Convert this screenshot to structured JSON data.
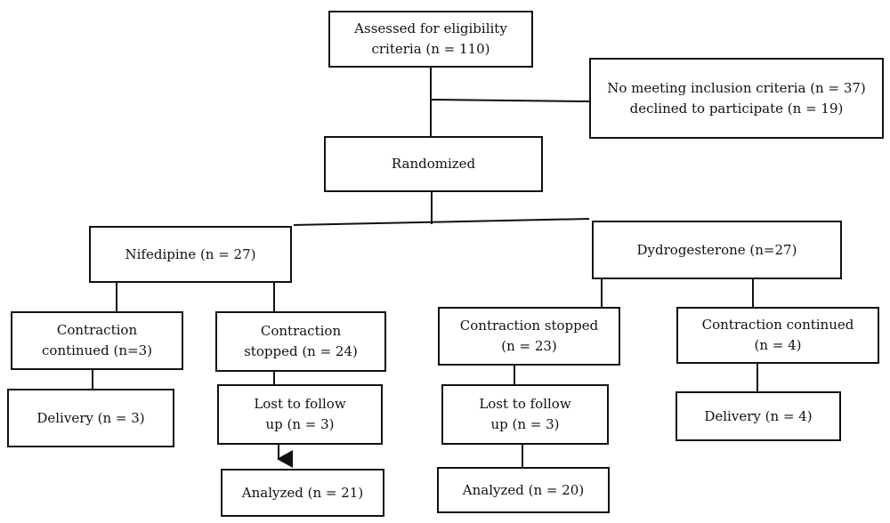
{
  "nodes": {
    "eligibility": "Assessed for eligibility\ncriteria (n = 110)",
    "excluded": "No meeting inclusion criteria (n = 37)\ndeclined to participate (n = 19)",
    "randomized": "Randomized",
    "nifedipine": "Nifedipine (n = 27)",
    "dydrogesterone": "Dydrogesterone (n=27)",
    "nif_continued": "Contraction\ncontinued (n=3)",
    "nif_stopped": "Contraction\nstopped (n = 24)",
    "dyd_stopped": "Contraction stopped\n(n = 23)",
    "dyd_continued": "Contraction continued\n(n = 4)",
    "nif_delivery": "Delivery (n = 3)",
    "nif_lost": "Lost to follow\nup (n = 3)",
    "dyd_lost": "Lost to follow\nup (n = 3)",
    "dyd_delivery": "Delivery (n = 4)",
    "nif_analyzed": "Analyzed (n = 21)",
    "dyd_analyzed": "Analyzed (n = 20)"
  }
}
